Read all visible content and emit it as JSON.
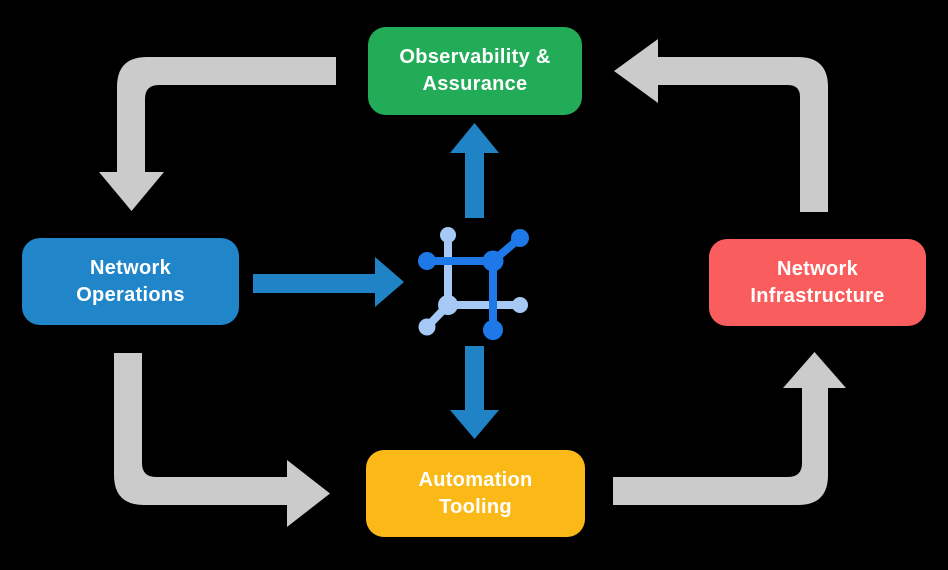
{
  "title": "Network automation cycle diagram",
  "colors": {
    "background": "#000000",
    "arrow_gray": "#CBCBCB",
    "arrow_blue": "#1F83C6",
    "icon_blue": "#1E78E8",
    "icon_light_blue": "#A6C8F4",
    "text": "#FFFFFF",
    "observability_green": "#22AC58",
    "operations_blue": "#2186C9",
    "infrastructure_red": "#FA5D5D",
    "automation_yellow": "#FBB917"
  },
  "nodes": {
    "observability": {
      "line1": "Observability &",
      "line2": "Assurance",
      "color": "#22AC58"
    },
    "operations": {
      "line1": "Network",
      "line2": "Operations",
      "color": "#2186C9"
    },
    "infrastructure": {
      "line1": "Network",
      "line2": "Infrastructure",
      "color": "#FA5D5D"
    },
    "automation": {
      "line1": "Automation",
      "line2": "Tooling",
      "color": "#FBB917"
    }
  },
  "icon": {
    "name": "network-hub-icon"
  },
  "edges": [
    {
      "from": "observability",
      "to": "operations",
      "style": "gray-elbow-arrow"
    },
    {
      "from": "operations",
      "to": "automation",
      "style": "gray-elbow-arrow"
    },
    {
      "from": "automation",
      "to": "infrastructure",
      "style": "gray-elbow-arrow"
    },
    {
      "from": "infrastructure",
      "to": "observability",
      "style": "gray-elbow-arrow"
    },
    {
      "from": "operations",
      "to": "hub",
      "style": "blue-straight-arrow"
    },
    {
      "from": "hub",
      "to": "observability",
      "style": "blue-straight-arrow"
    },
    {
      "from": "hub",
      "to": "automation",
      "style": "blue-straight-arrow"
    }
  ]
}
